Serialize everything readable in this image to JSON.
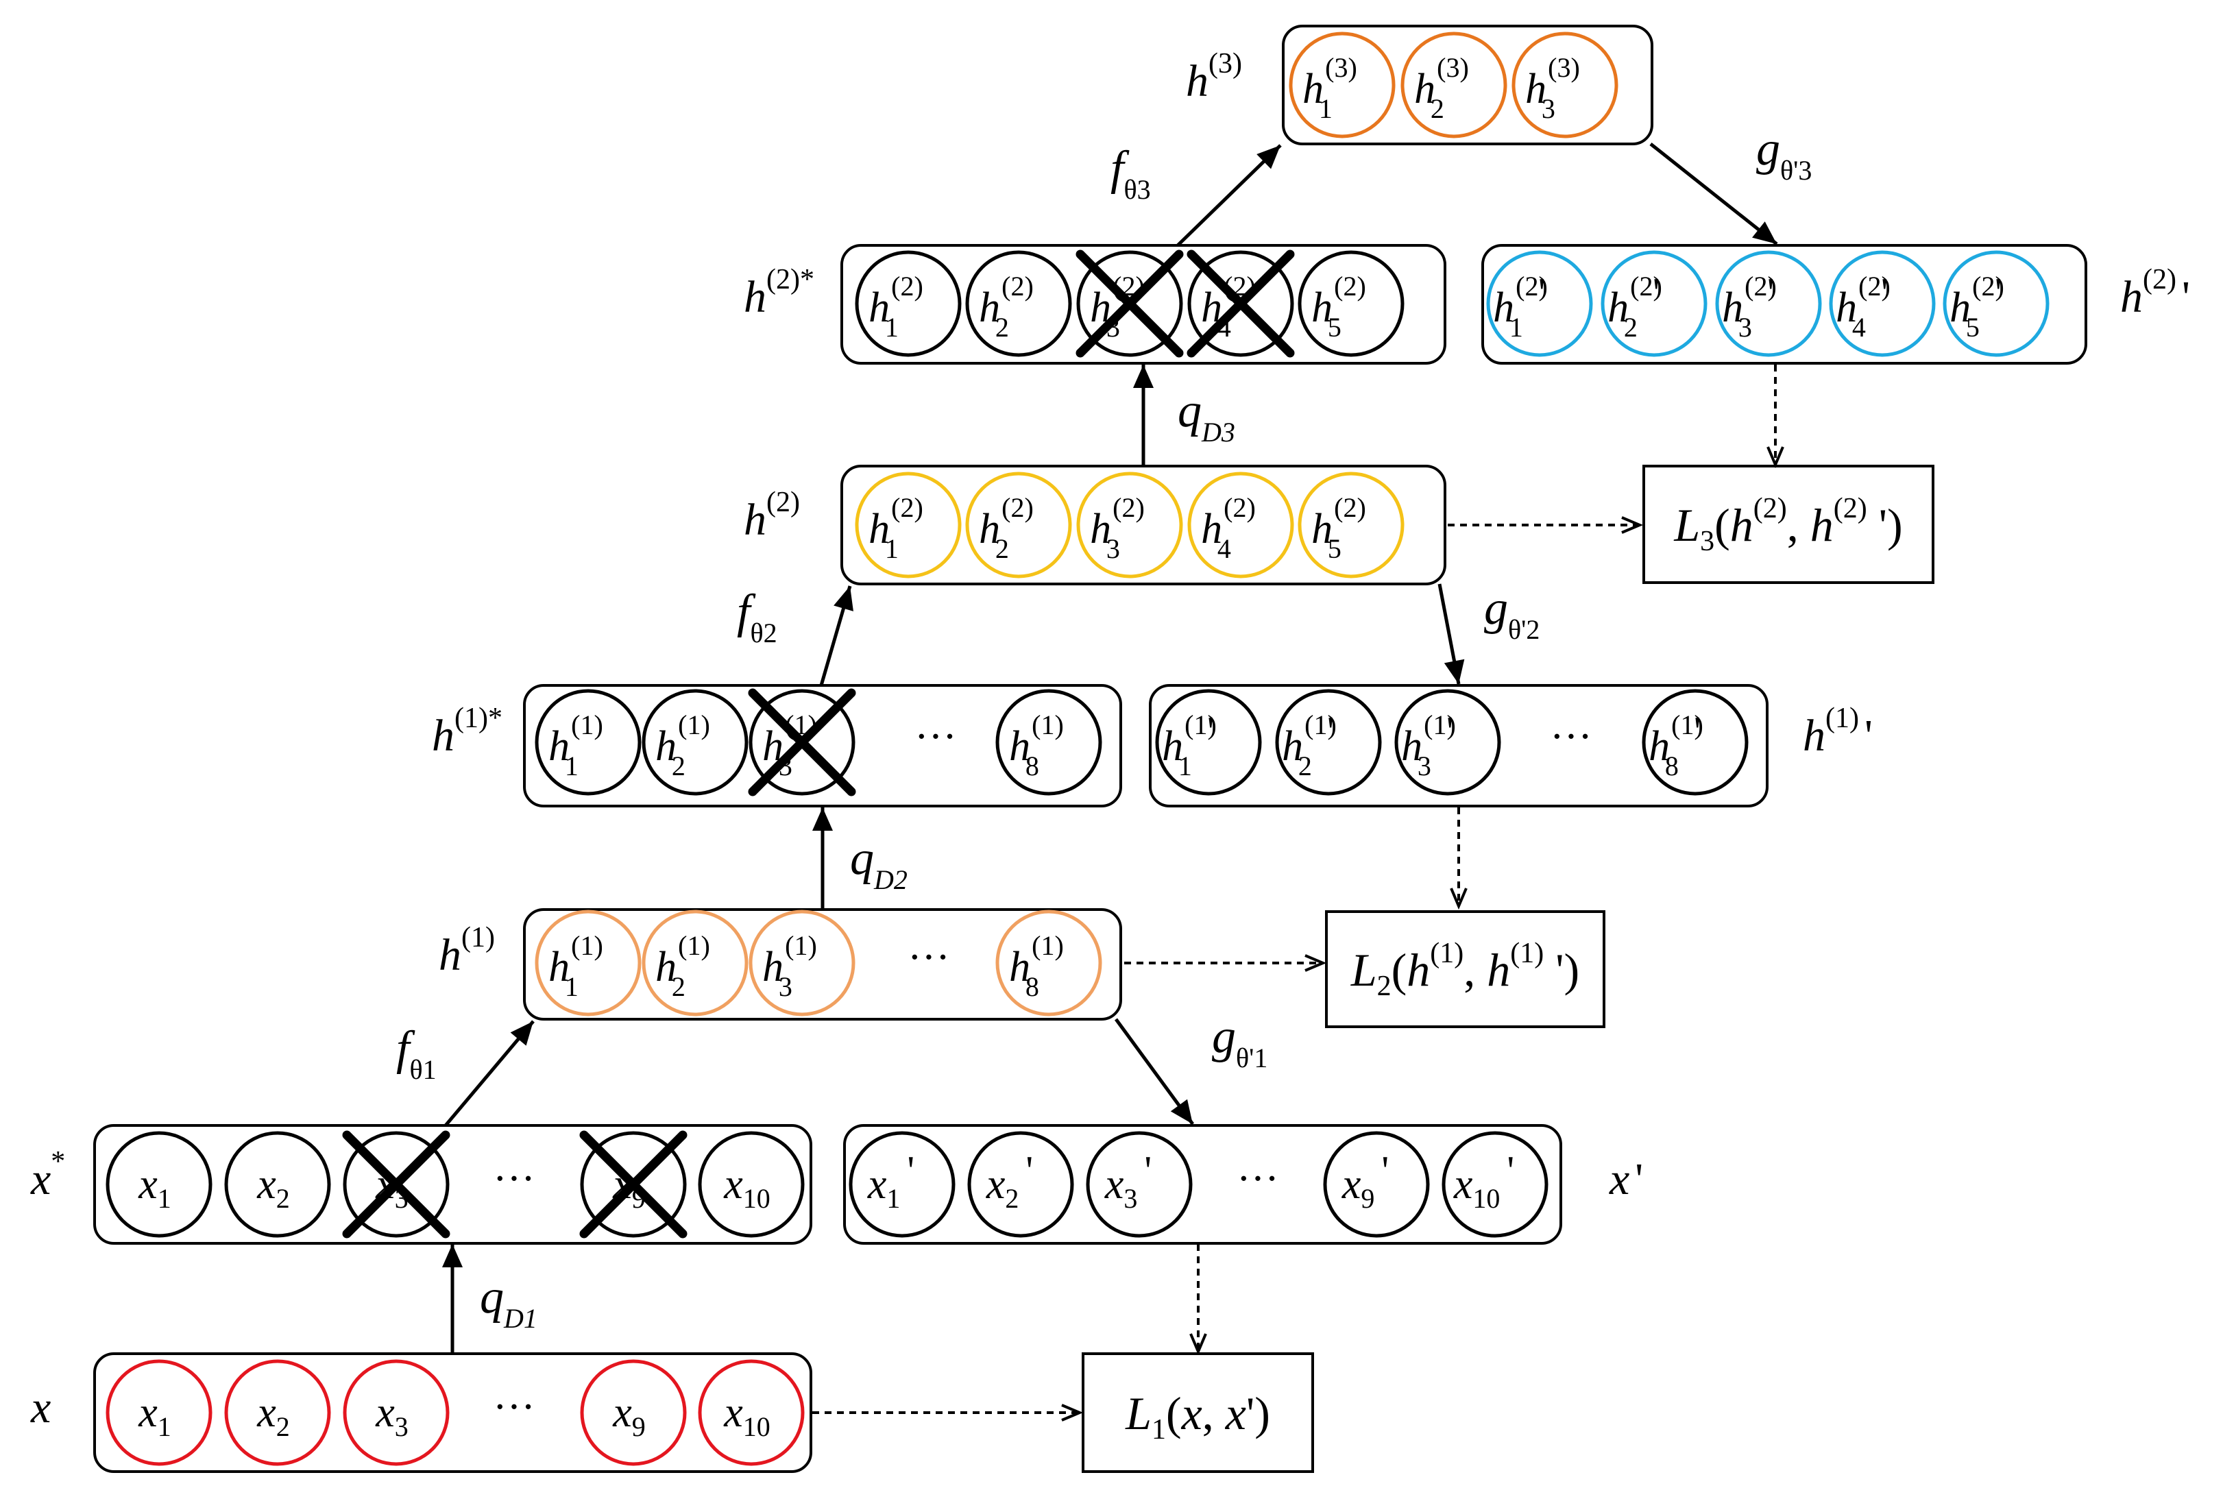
{
  "colors": {
    "input": "#e4161f",
    "hidden1": "#f0a060",
    "hidden2": "#f5c218",
    "hidden3": "#e7761e",
    "recon2": "#1ea9e0",
    "plain": "#000000"
  },
  "rows": {
    "x": {
      "label": "x",
      "sup": "",
      "color": "input",
      "nodes": [
        {
          "b": "x",
          "s": "1"
        },
        {
          "b": "x",
          "s": "2"
        },
        {
          "b": "x",
          "s": "3"
        },
        {
          "dots": true
        },
        {
          "b": "x",
          "s": "9"
        },
        {
          "b": "x",
          "s": "10"
        }
      ]
    },
    "xs": {
      "label": "x",
      "sup": "*",
      "color": "plain",
      "crossed": [
        2,
        4
      ],
      "nodes": [
        {
          "b": "x",
          "s": "1"
        },
        {
          "b": "x",
          "s": "2"
        },
        {
          "b": "x",
          "s": "3"
        },
        {
          "dots": true
        },
        {
          "b": "x",
          "s": "9"
        },
        {
          "b": "x",
          "s": "10"
        }
      ]
    },
    "xr": {
      "label": "x",
      "sup": "",
      "prime": true,
      "color": "plain",
      "nodes": [
        {
          "b": "x",
          "s": "1",
          "p": true
        },
        {
          "b": "x",
          "s": "2",
          "p": true
        },
        {
          "b": "x",
          "s": "3",
          "p": true
        },
        {
          "dots": true
        },
        {
          "b": "x",
          "s": "9",
          "p": true
        },
        {
          "b": "x",
          "s": "10",
          "p": true
        }
      ]
    },
    "h1": {
      "label": "h",
      "sup": "(1)",
      "color": "hidden1",
      "nodes": [
        {
          "b": "h",
          "u": "(1)",
          "s": "1"
        },
        {
          "b": "h",
          "u": "(1)",
          "s": "2"
        },
        {
          "b": "h",
          "u": "(1)",
          "s": "3"
        },
        {
          "dots": true
        },
        {
          "b": "h",
          "u": "(1)",
          "s": "8"
        }
      ]
    },
    "h1s": {
      "label": "h",
      "sup": "(1)*",
      "color": "plain",
      "crossed": [
        2
      ],
      "nodes": [
        {
          "b": "h",
          "u": "(1)",
          "s": "1"
        },
        {
          "b": "h",
          "u": "(1)",
          "s": "2"
        },
        {
          "b": "h",
          "u": "(1)",
          "s": "3"
        },
        {
          "dots": true
        },
        {
          "b": "h",
          "u": "(1)",
          "s": "8"
        }
      ]
    },
    "h1r": {
      "label": "h",
      "sup": "(1)",
      "prime": true,
      "color": "plain",
      "nodes": [
        {
          "b": "h",
          "u": "(1)",
          "s": "1",
          "p": true
        },
        {
          "b": "h",
          "u": "(1)",
          "s": "2",
          "p": true
        },
        {
          "b": "h",
          "u": "(1)",
          "s": "3",
          "p": true
        },
        {
          "dots": true
        },
        {
          "b": "h",
          "u": "(1)",
          "s": "8",
          "p": true
        }
      ]
    },
    "h2": {
      "label": "h",
      "sup": "(2)",
      "color": "hidden2",
      "nodes": [
        {
          "b": "h",
          "u": "(2)",
          "s": "1"
        },
        {
          "b": "h",
          "u": "(2)",
          "s": "2"
        },
        {
          "b": "h",
          "u": "(2)",
          "s": "3"
        },
        {
          "b": "h",
          "u": "(2)",
          "s": "4"
        },
        {
          "b": "h",
          "u": "(2)",
          "s": "5"
        }
      ]
    },
    "h2s": {
      "label": "h",
      "sup": "(2)*",
      "color": "plain",
      "crossed": [
        2,
        3
      ],
      "nodes": [
        {
          "b": "h",
          "u": "(2)",
          "s": "1"
        },
        {
          "b": "h",
          "u": "(2)",
          "s": "2"
        },
        {
          "b": "h",
          "u": "(2)",
          "s": "3"
        },
        {
          "b": "h",
          "u": "(2)",
          "s": "4"
        },
        {
          "b": "h",
          "u": "(2)",
          "s": "5"
        }
      ]
    },
    "h2r": {
      "label": "h",
      "sup": "(2)",
      "prime": true,
      "color": "recon2",
      "nodes": [
        {
          "b": "h",
          "u": "(2)",
          "s": "1",
          "p": true
        },
        {
          "b": "h",
          "u": "(2)",
          "s": "2",
          "p": true
        },
        {
          "b": "h",
          "u": "(2)",
          "s": "3",
          "p": true
        },
        {
          "b": "h",
          "u": "(2)",
          "s": "4",
          "p": true
        },
        {
          "b": "h",
          "u": "(2)",
          "s": "5",
          "p": true
        }
      ]
    },
    "h3": {
      "label": "h",
      "sup": "(3)",
      "color": "hidden3",
      "nodes": [
        {
          "b": "h",
          "u": "(3)",
          "s": "1"
        },
        {
          "b": "h",
          "u": "(3)",
          "s": "2"
        },
        {
          "b": "h",
          "u": "(3)",
          "s": "3"
        }
      ]
    }
  },
  "ops": {
    "f1": {
      "b": "f",
      "s": "θ1"
    },
    "f2": {
      "b": "f",
      "s": "θ2"
    },
    "f3": {
      "b": "f",
      "s": "θ3"
    },
    "g1": {
      "b": "g",
      "s": "θ'1"
    },
    "g2": {
      "b": "g",
      "s": "θ'2"
    },
    "g3": {
      "b": "g",
      "s": "θ'3"
    },
    "q1": {
      "b": "q",
      "s": "D1"
    },
    "q2": {
      "b": "q",
      "s": "D2"
    },
    "q3": {
      "b": "q",
      "s": "D3"
    }
  },
  "losses": {
    "L1": {
      "name": "L",
      "sub": "1",
      "args": "(x, x')"
    },
    "L2": {
      "name": "L",
      "sub": "2",
      "args": "(h(1), h(1)')"
    },
    "L3": {
      "name": "L",
      "sub": "3",
      "args": "(h(2), h(2)')"
    }
  }
}
